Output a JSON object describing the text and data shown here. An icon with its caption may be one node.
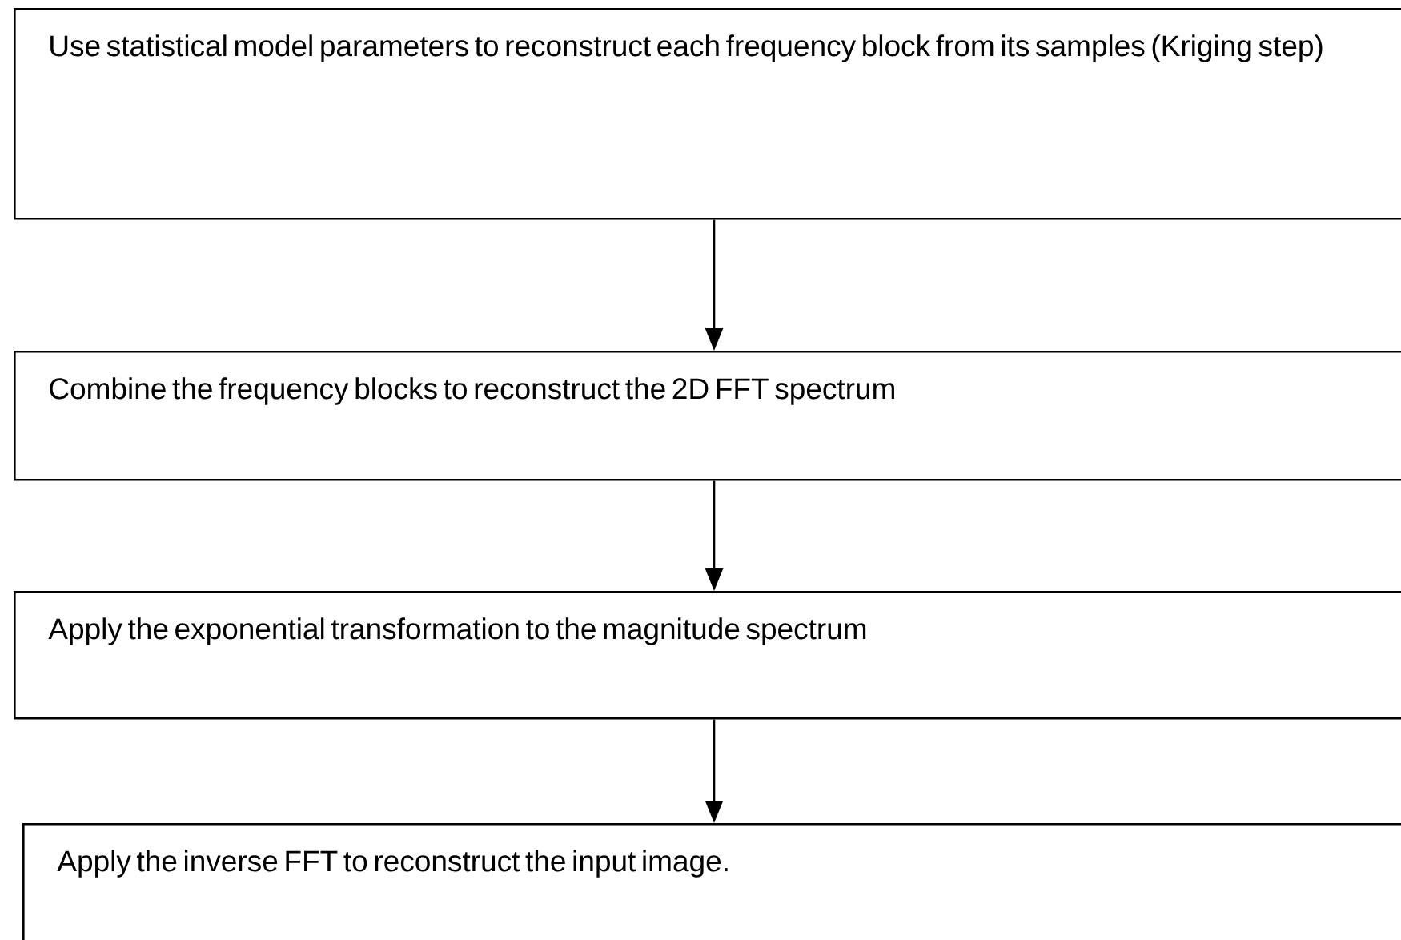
{
  "diagram": {
    "nodes": [
      {
        "text": [
          "Use statistical model parameters to reconstruct each frequency block from its samples (Kriging step)"
        ]
      },
      {
        "text": [
          "Combine the frequency blocks to reconstruct the 2D FFT spectrum"
        ]
      },
      {
        "text": [
          "Apply the exponential transformation to the magnitude spectrum"
        ]
      },
      {
        "text": [
          "Apply the inverse FFT to reconstruct the input image."
        ]
      }
    ],
    "edges": [
      {
        "from": 0,
        "to": 1,
        "arrow": "to"
      },
      {
        "from": 1,
        "to": 2,
        "arrow": "to"
      },
      {
        "from": 2,
        "to": 3,
        "arrow": "to"
      }
    ]
  }
}
